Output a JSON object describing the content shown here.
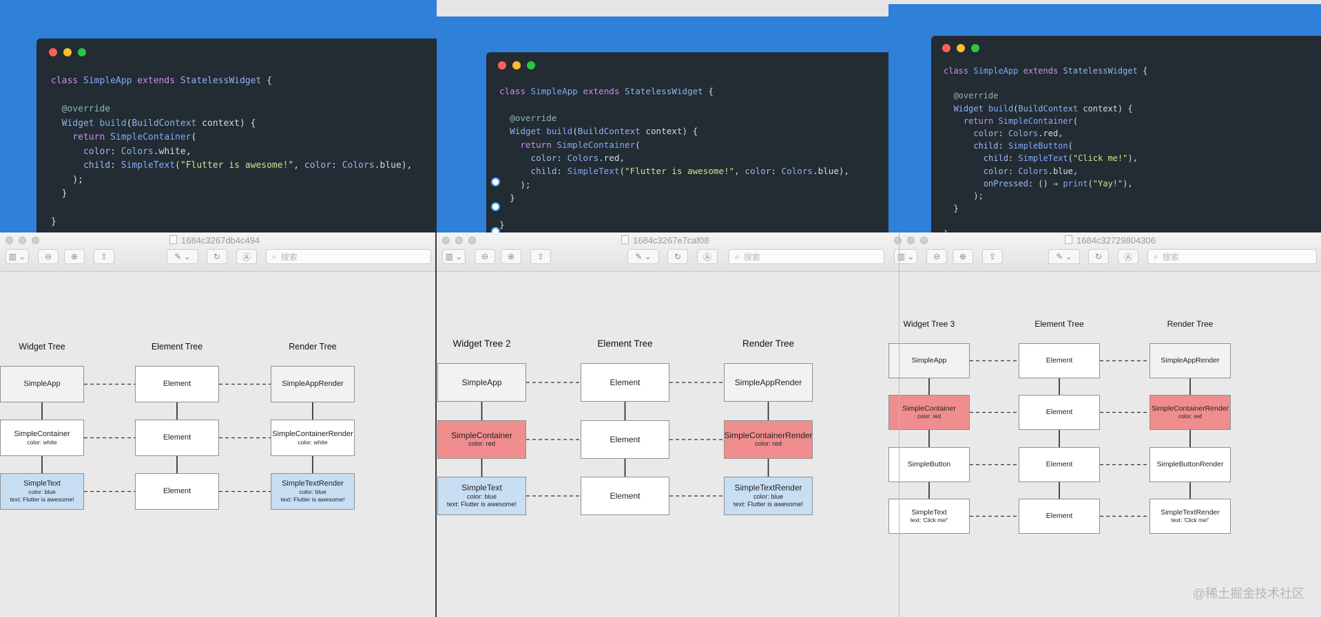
{
  "panels": [
    {
      "window_title": "1684c3267db4c494",
      "search_placeholder": "搜索",
      "code": [
        "class SimpleApp extends StatelessWidget {",
        "",
        "  @override",
        "  Widget build(BuildContext context) {",
        "    return SimpleContainer(",
        "      color: Colors.white,",
        "      child: SimpleText(\"Flutter is awesome!\", color: Colors.blue),",
        "    );",
        "  }",
        "",
        "}"
      ],
      "headers": [
        "Widget Tree",
        "Element Tree",
        "Render Tree"
      ],
      "rows": [
        {
          "widget": {
            "label": "SimpleApp",
            "sub": []
          },
          "element": "Element",
          "render": {
            "label": "SimpleAppRender",
            "sub": []
          }
        },
        {
          "widget": {
            "label": "SimpleContainer",
            "sub": [
              "color: white"
            ]
          },
          "element": "Element",
          "render": {
            "label": "SimpleContainerRender",
            "sub": [
              "color: white"
            ]
          }
        },
        {
          "widget": {
            "label": "SimpleText",
            "sub": [
              "color: blue",
              "text: Flutter is awesome!"
            ]
          },
          "element": "Element",
          "render": {
            "label": "SimpleTextRender",
            "sub": [
              "color: blue",
              "text: Flutter is awesome!"
            ]
          }
        }
      ]
    },
    {
      "window_title": "1684c3267e7caf08",
      "search_placeholder": "搜索",
      "code": [
        "class SimpleApp extends StatelessWidget {",
        "",
        "  @override",
        "  Widget build(BuildContext context) {",
        "    return SimpleContainer(",
        "      color: Colors.red,",
        "      child: SimpleText(\"Flutter is awesome!\", color: Colors.blue),",
        "    );",
        "  }",
        "",
        "}"
      ],
      "headers": [
        "Widget Tree 2",
        "Element Tree",
        "Render Tree"
      ],
      "rows": [
        {
          "widget": {
            "label": "SimpleApp",
            "sub": []
          },
          "element": "Element",
          "render": {
            "label": "SimpleAppRender",
            "sub": []
          }
        },
        {
          "widget": {
            "label": "SimpleContainer",
            "sub": [
              "color: red"
            ]
          },
          "element": "Element",
          "render": {
            "label": "SimpleContainerRender",
            "sub": [
              "color: red"
            ]
          }
        },
        {
          "widget": {
            "label": "SimpleText",
            "sub": [
              "color: blue",
              "text: Flutter is awesome!"
            ]
          },
          "element": "Element",
          "render": {
            "label": "SimpleTextRender",
            "sub": [
              "color: blue",
              "text: Flutter is awesome!"
            ]
          }
        }
      ]
    },
    {
      "window_title": "1684c32729804306",
      "search_placeholder": "搜索",
      "code": [
        "class SimpleApp extends StatelessWidget {",
        "",
        "  @override",
        "  Widget build(BuildContext context) {",
        "    return SimpleContainer(",
        "      color: Colors.red,",
        "      child: SimpleButton(",
        "        child: SimpleText(\"Click me!\"),",
        "        color: Colors.blue,",
        "        onPressed: () ⇒ print(\"Yay!\"),",
        "      );",
        "  }",
        "",
        "}"
      ],
      "headers": [
        "Widget Tree 3",
        "Element Tree",
        "Render Tree"
      ],
      "rows": [
        {
          "widget": {
            "label": "SimpleApp",
            "sub": []
          },
          "element": "Element",
          "render": {
            "label": "SimpleAppRender",
            "sub": []
          }
        },
        {
          "widget": {
            "label": "SimpleContainer",
            "sub": [
              "color: red"
            ]
          },
          "element": "Element",
          "render": {
            "label": "SimpleContainerRender",
            "sub": [
              "color: red"
            ]
          }
        },
        {
          "widget": {
            "label": "SimpleButton",
            "sub": []
          },
          "element": "Element",
          "render": {
            "label": "SimpleButtonRender",
            "sub": []
          }
        },
        {
          "widget": {
            "label": "SimpleText",
            "sub": [
              "text: 'Click me!'"
            ]
          },
          "element": "Element",
          "render": {
            "label": "SimpleTextRender",
            "sub": [
              "text: 'Click me!'"
            ]
          }
        }
      ]
    }
  ],
  "node_colors": {
    "gray": "#f2f2f2",
    "red": "#f08d8e",
    "blue": "#c8def2",
    "white": "#ffffff"
  },
  "editor_bg": "#232b33",
  "desktop_blue": "#2f80d9",
  "watermark": "@稀土掘金技术社区"
}
